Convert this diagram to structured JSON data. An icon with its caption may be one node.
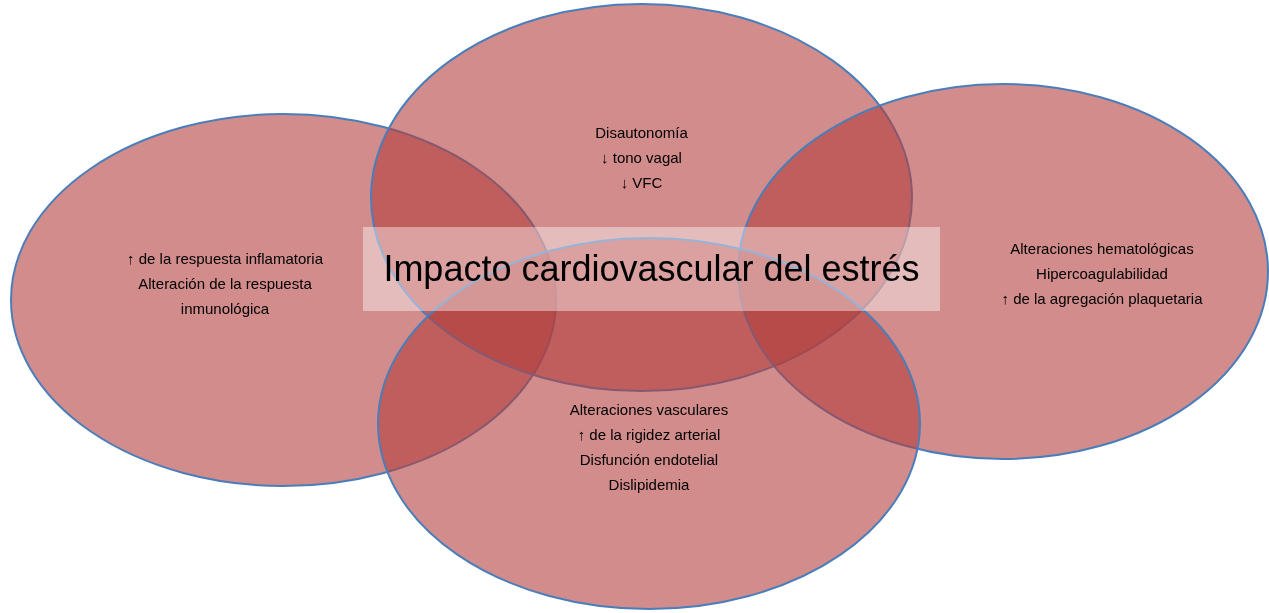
{
  "diagram": {
    "nodes": [
      {
        "text": [
          "↑ de la respuesta inflamatoria",
          "Alteración de la respuesta inmunológica"
        ]
      },
      {
        "text": [
          "Disautonomía",
          "↓ tono vagal",
          "↓ VFC"
        ]
      },
      {
        "text": [
          "Alteraciones hematológicas",
          "Hipercoagulabilidad",
          "↑ de la agregación plaquetaria"
        ]
      },
      {
        "text": [
          "Alteraciones vasculares",
          "↑ de la rigidez arterial",
          "Disfunción endotelial",
          "Dislipidemia"
        ]
      },
      {
        "text": [
          "Impacto cardiovascular del estrés"
        ]
      }
    ]
  }
}
